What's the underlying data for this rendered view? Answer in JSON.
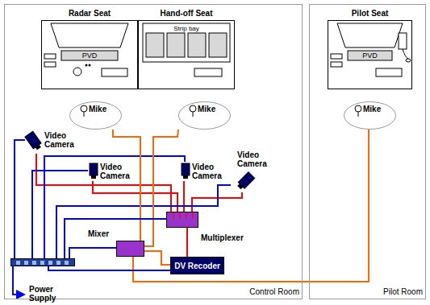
{
  "diagram": {
    "nodes": [
      {
        "text": [
          "Control Room"
        ]
      },
      {
        "text": [
          "Pilot Room"
        ]
      },
      {
        "text": [
          "Radar Seat",
          "PVD"
        ],
        "in": 0
      },
      {
        "text": [
          "Hand-off Seat",
          "Strip bay"
        ],
        "in": 0
      },
      {
        "text": [
          "Pilot Seat",
          "PVD"
        ],
        "in": 1
      },
      {
        "text": [
          "Mike"
        ],
        "in": 0
      },
      {
        "text": [
          "Mike"
        ],
        "in": 0
      },
      {
        "text": [
          "Mike"
        ],
        "in": 1
      },
      {
        "text": [
          "Video Camera"
        ],
        "in": 0
      },
      {
        "text": [
          "Video Camera"
        ],
        "in": 0
      },
      {
        "text": [
          "Video Camera"
        ],
        "in": 0
      },
      {
        "text": [
          "Video Camera"
        ],
        "in": 0
      },
      {
        "text": [
          "Multiplexer"
        ],
        "in": 0
      },
      {
        "text": [
          "Mixer"
        ],
        "in": 0
      },
      {
        "text": [
          "DV Recoder"
        ],
        "in": 0
      },
      {
        "text": [
          "Power Supply"
        ],
        "in": 0
      }
    ],
    "edges": [
      {
        "from": 8,
        "to": 12,
        "arrow": "none"
      },
      {
        "from": 9,
        "to": 12,
        "arrow": "none"
      },
      {
        "from": 10,
        "to": 12,
        "arrow": "none"
      },
      {
        "from": 11,
        "to": 12,
        "arrow": "none"
      },
      {
        "from": 8,
        "to": 15,
        "arrow": "none"
      },
      {
        "from": 9,
        "to": 15,
        "arrow": "none"
      },
      {
        "from": 10,
        "to": 15,
        "arrow": "none"
      },
      {
        "from": 11,
        "to": 15,
        "arrow": "none"
      },
      {
        "from": 5,
        "to": 13,
        "arrow": "none"
      },
      {
        "from": 6,
        "to": 13,
        "arrow": "none"
      },
      {
        "from": 7,
        "to": 13,
        "arrow": "none"
      },
      {
        "from": 13,
        "to": 14,
        "arrow": "none"
      },
      {
        "from": 12,
        "to": 14,
        "arrow": "none"
      },
      {
        "from": 15,
        "to": 12,
        "arrow": "none"
      },
      {
        "from": 15,
        "to": 13,
        "arrow": "none"
      },
      {
        "from": 15,
        "to": 14,
        "arrow": "none"
      }
    ]
  }
}
